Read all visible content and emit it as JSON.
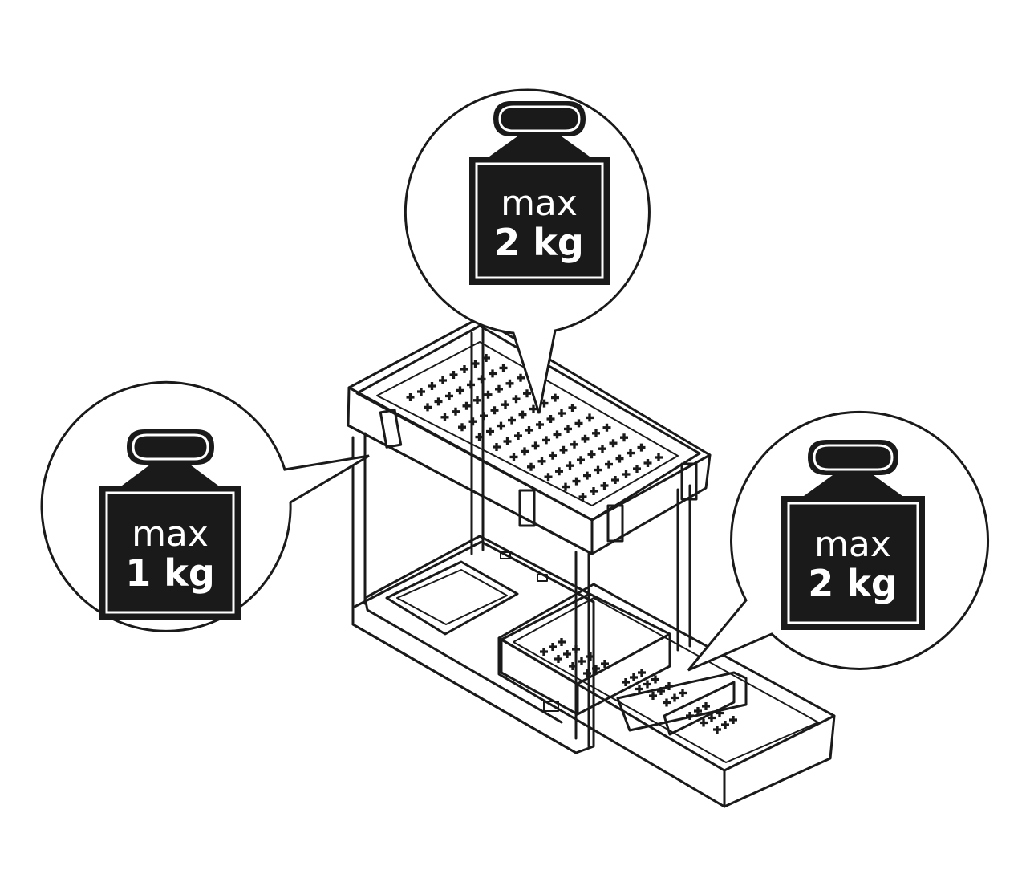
{
  "colors": {
    "ink": "#1a1a1a",
    "background": "#ffffff",
    "weight_fill": "#1a1a1a",
    "weight_text": "#ffffff"
  },
  "callouts": [
    {
      "id": "top-shelf",
      "icon": "weight-icon",
      "line1": "max",
      "line2": "2 kg"
    },
    {
      "id": "side-frame",
      "icon": "weight-icon",
      "line1": "max",
      "line2": "1 kg"
    },
    {
      "id": "drawer",
      "icon": "weight-icon",
      "line1": "max",
      "line2": "2 kg"
    }
  ],
  "illustration": {
    "subject": "two-tier under-sink organizer with pull-out drawer",
    "icon": "organizer-icon"
  }
}
